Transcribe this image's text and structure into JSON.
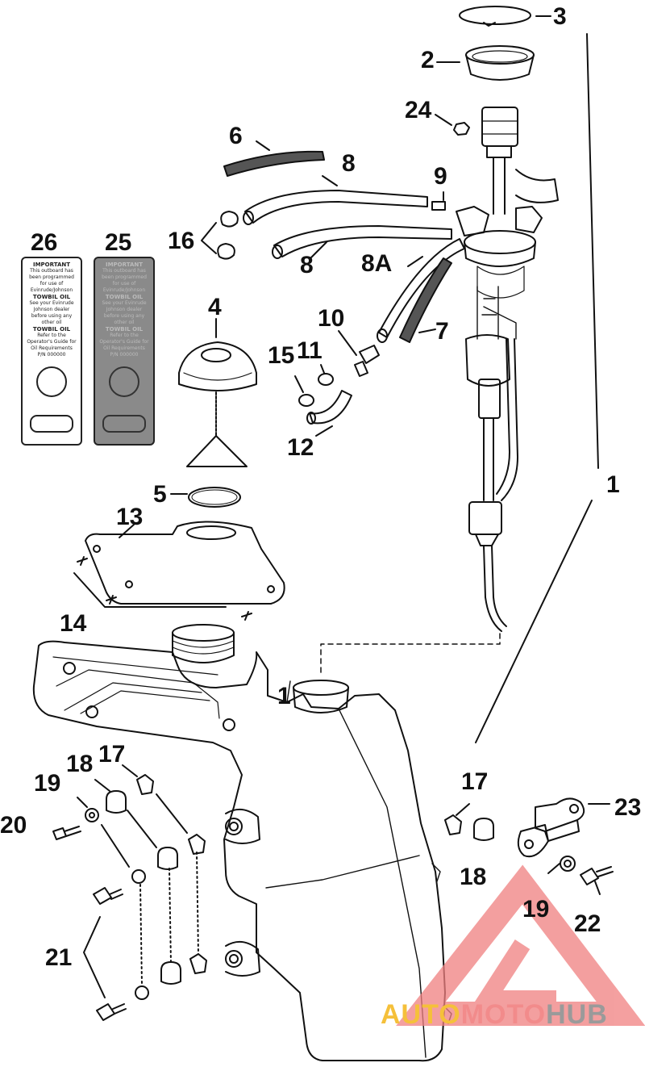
{
  "watermark": {
    "part1": "AUTO",
    "part2": "MOTO",
    "part3": "HUB",
    "colors": {
      "auto": "#f5c03a",
      "moto": "#f28b8b",
      "hub": "#9a9a9a",
      "triangle": "#f08080"
    }
  },
  "decals": {
    "white": {
      "id": "26",
      "lines": [
        "IMPORTANT",
        "This outboard has",
        "been programmed",
        "for use of",
        "Evinrude/Johnson",
        "TOWBIL OIL",
        "See your Evinrude",
        "Johnson dealer",
        "before using any",
        "other oil",
        "TOWBIL OIL",
        "Refer to the",
        "Operator's Guide for",
        "Oil Requirements",
        "P/N 000000"
      ]
    },
    "dark": {
      "id": "25",
      "lines": [
        "IMPORTANT",
        "This outboard has",
        "been programmed",
        "for use of",
        "Evinrude/Johnson",
        "TOWBIL OIL",
        "See your Evinrude",
        "Johnson dealer",
        "before using any",
        "other oil",
        "TOWBIL OIL",
        "Refer to the",
        "Operator's Guide for",
        "Oil Requirements",
        "P/N 000000"
      ]
    }
  },
  "callouts": [
    {
      "key": "c3",
      "text": "3"
    },
    {
      "key": "c2",
      "text": "2"
    },
    {
      "key": "c24",
      "text": "24"
    },
    {
      "key": "c6",
      "text": "6"
    },
    {
      "key": "c8a",
      "text": "8"
    },
    {
      "key": "c9",
      "text": "9"
    },
    {
      "key": "c26",
      "text": "26"
    },
    {
      "key": "c25",
      "text": "25"
    },
    {
      "key": "c16",
      "text": "16"
    },
    {
      "key": "c8b",
      "text": "8"
    },
    {
      "key": "c8A",
      "text": "8A"
    },
    {
      "key": "c4",
      "text": "4"
    },
    {
      "key": "c10",
      "text": "10"
    },
    {
      "key": "c7",
      "text": "7"
    },
    {
      "key": "c15",
      "text": "15"
    },
    {
      "key": "c11",
      "text": "11"
    },
    {
      "key": "c12",
      "text": "12"
    },
    {
      "key": "c1a",
      "text": "1"
    },
    {
      "key": "c5",
      "text": "5"
    },
    {
      "key": "c13",
      "text": "13"
    },
    {
      "key": "c14",
      "text": "14"
    },
    {
      "key": "c1b",
      "text": "1"
    },
    {
      "key": "c17a",
      "text": "17"
    },
    {
      "key": "c18a",
      "text": "18"
    },
    {
      "key": "c19a",
      "text": "19"
    },
    {
      "key": "c20",
      "text": "20"
    },
    {
      "key": "c17b",
      "text": "17"
    },
    {
      "key": "c23",
      "text": "23"
    },
    {
      "key": "c18b",
      "text": "18"
    },
    {
      "key": "c19b",
      "text": "19"
    },
    {
      "key": "c22",
      "text": "22"
    },
    {
      "key": "c21",
      "text": "21"
    }
  ]
}
